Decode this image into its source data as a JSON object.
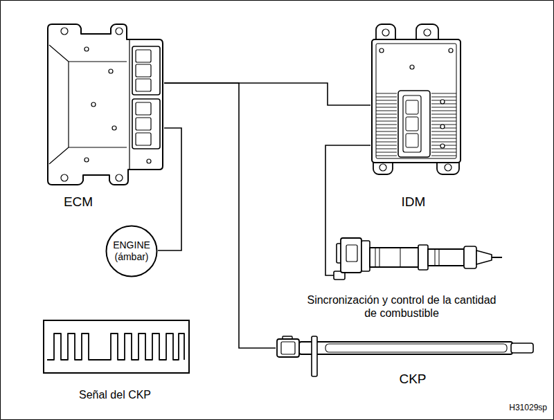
{
  "diagram": {
    "nodes": [
      {
        "text": [
          "ECM"
        ]
      },
      {
        "text": [
          "IDM"
        ]
      },
      {
        "text": [
          "ENGINE (ámbar)"
        ]
      },
      {
        "text": [
          "Sincronización y control de la cantidad de combustible"
        ]
      },
      {
        "text": [
          "Señal del CKP"
        ]
      },
      {
        "text": [
          "CKP"
        ]
      }
    ],
    "edges": [
      {
        "from": 0,
        "to": 1,
        "arrow": "none"
      },
      {
        "from": 0,
        "to": 2,
        "arrow": "none"
      },
      {
        "from": 1,
        "to": 3,
        "arrow": "none"
      },
      {
        "from": 0,
        "to": 5,
        "arrow": "none"
      }
    ],
    "labels": [
      "H31029sp"
    ]
  }
}
